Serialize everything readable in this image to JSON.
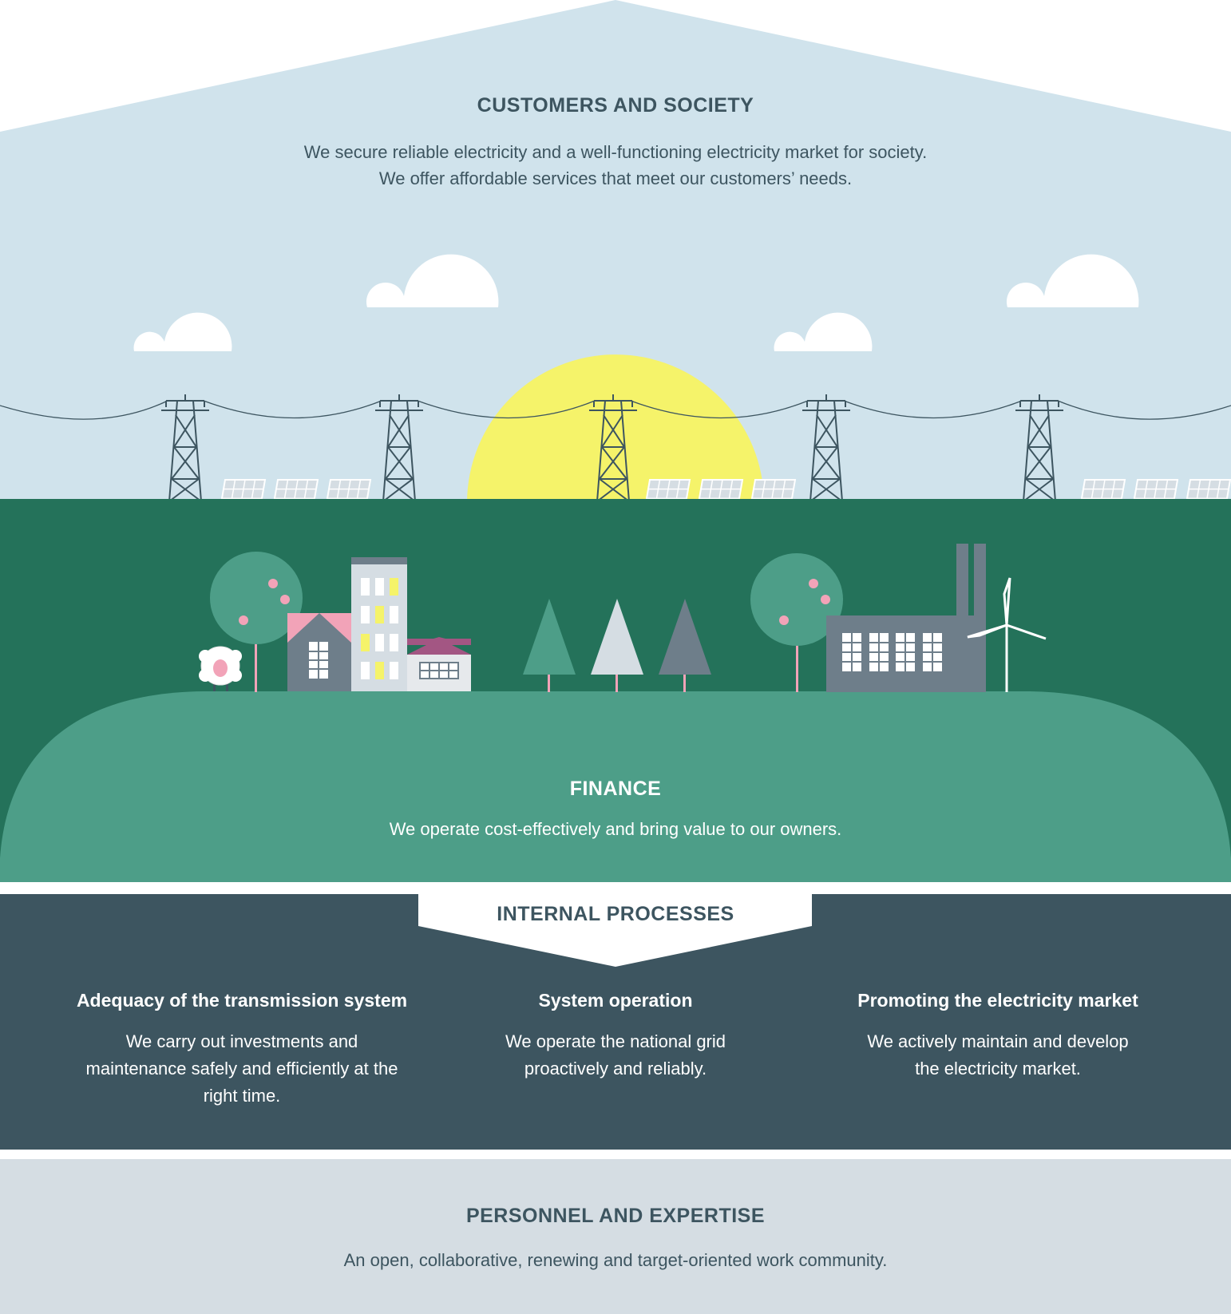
{
  "customers": {
    "title": "CUSTOMERS AND SOCIETY",
    "line1": "We secure reliable electricity and a well-functioning electricity market for society.",
    "line2": "We offer affordable services that meet our customers’ needs."
  },
  "finance": {
    "title": "FINANCE",
    "text": "We operate cost-effectively and bring value to our owners."
  },
  "internal": {
    "title": "INTERNAL PROCESSES",
    "columns": [
      {
        "title": "Adequacy of the transmission system",
        "text": "We carry out investments and maintenance safely and efficiently at the right time."
      },
      {
        "title": "System operation",
        "text": "We operate the national grid proactively and reliably."
      },
      {
        "title": "Promoting the electricity market",
        "text": "We actively maintain and develop the electricity market."
      }
    ]
  },
  "personnel": {
    "title": "PERSONNEL AND EXPERTISE",
    "text": "An open, collaborative, renewing and target-oriented work community."
  },
  "colors": {
    "sky": "#d0e3ec",
    "sun": "#f5f36a",
    "dark_green": "#24725a",
    "light_green": "#4d9e88",
    "slate": "#3d5560",
    "footer": "#d5dde3",
    "pink": "#f2a3b8"
  }
}
